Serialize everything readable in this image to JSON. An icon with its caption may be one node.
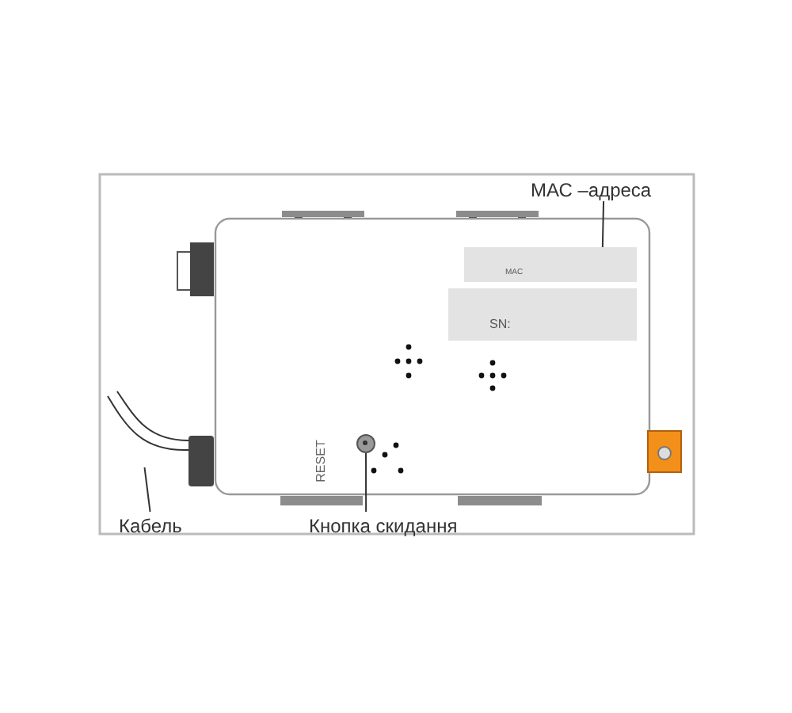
{
  "diagram": {
    "nodes": [
      {
        "text": [
          "МАС –адреса"
        ]
      },
      {
        "text": [
          "MAC"
        ]
      },
      {
        "text": [
          "SN:"
        ]
      },
      {
        "text": [],
        "shape": "circle"
      },
      {
        "text": [],
        "shape": "cable"
      },
      {
        "text": [
          "Кабель"
        ]
      },
      {
        "text": [
          "Кнопка скидання"
        ]
      }
    ],
    "edges": [
      {
        "from": 0,
        "to": 1,
        "arrow": "none"
      },
      {
        "from": 5,
        "to": 4,
        "arrow": "none"
      },
      {
        "from": 6,
        "to": 3,
        "arrow": "none"
      }
    ],
    "labels": [
      "RESET"
    ]
  }
}
